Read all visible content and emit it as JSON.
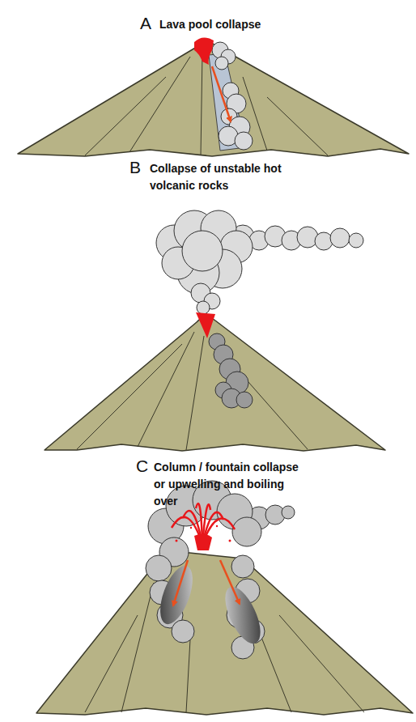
{
  "diagram": {
    "labels": [
      "A",
      "Lava pool collapse",
      "B",
      "Collapse of unstable hot volcanic rocks",
      "C",
      "Column / fountain collapse or upwelling and boiling over"
    ]
  }
}
